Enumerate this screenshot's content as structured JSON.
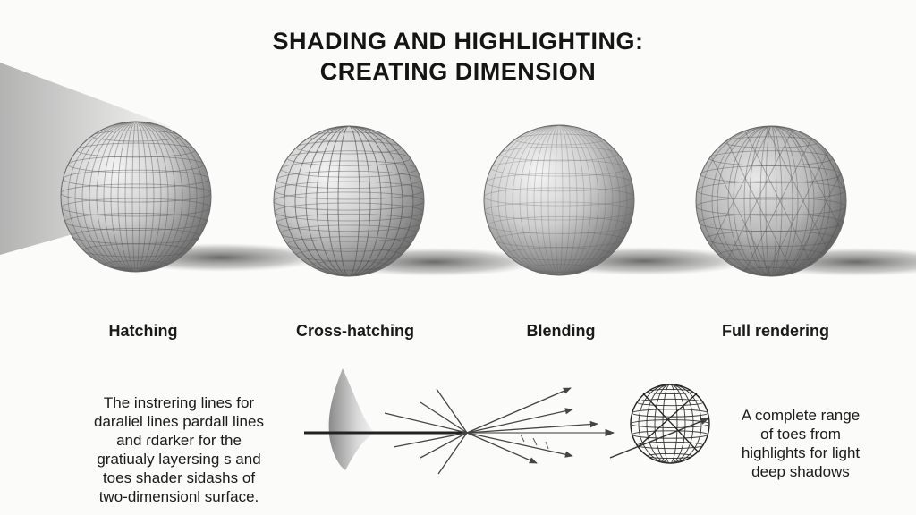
{
  "title": {
    "line1": "SHADING AND HIGHLIGHTING:",
    "line2": "CREATING DIMENSION"
  },
  "techniques": [
    {
      "label": "Hatching",
      "pattern": "hatching"
    },
    {
      "label": "Cross-hatching",
      "pattern": "cross-hatching"
    },
    {
      "label": "Blending",
      "pattern": "blending"
    },
    {
      "label": "Full rendering",
      "pattern": "full-rendering"
    }
  ],
  "left_text": {
    "lines": [
      "The instrering lines for",
      "daraliel lines pardall lines",
      "and ɾdarker for the",
      "gratiualy layersing s and",
      "toes shader sidashs of",
      "two-dimensionl surface."
    ]
  },
  "right_text": {
    "lines": [
      "A complete range",
      "of toes from",
      "highlights for light",
      "deep shadows"
    ]
  },
  "colors": {
    "background": "#fbfbfa",
    "ink": "#1b1b1b",
    "sphere_light": "#f2f2f2",
    "sphere_dark": "#5c5c5c",
    "arrow": "#444444"
  }
}
